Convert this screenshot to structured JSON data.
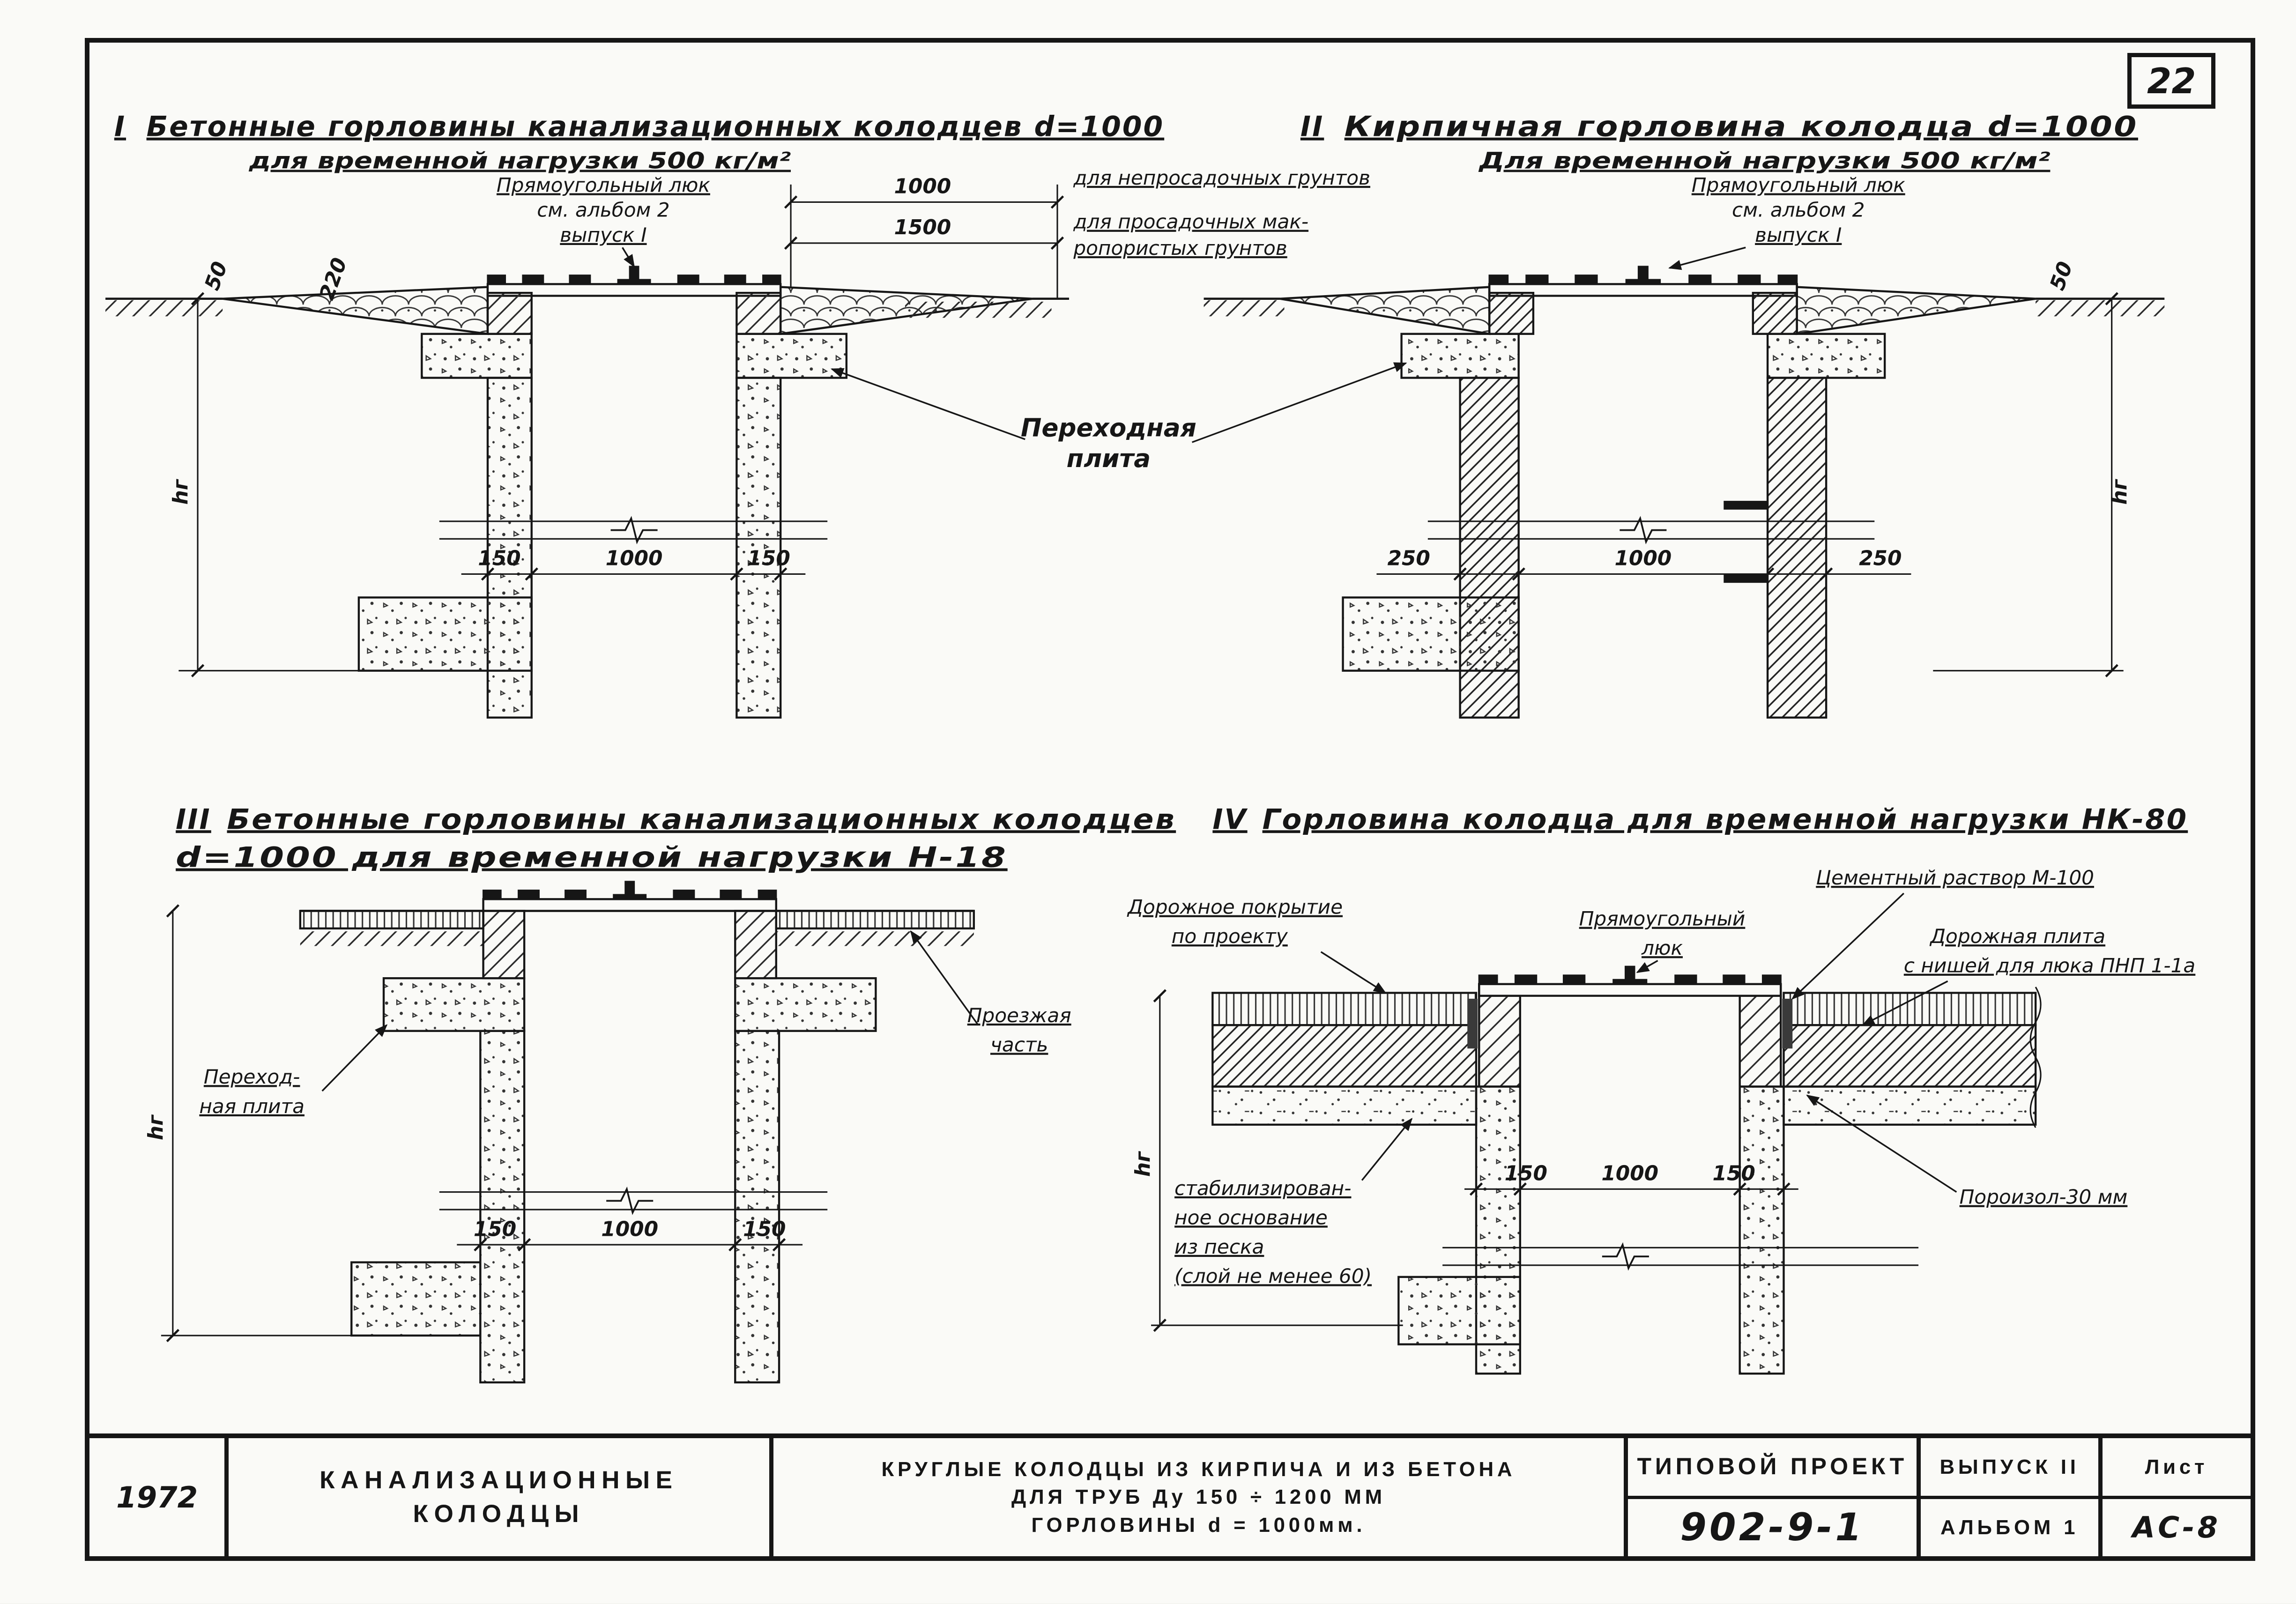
{
  "sheet": {
    "number": "22"
  },
  "s1": {
    "num": "I",
    "title": "Бетонные  горловины  канализационных  колодцев  d=1000",
    "subtitle": "для  временной  нагрузки  500 кг/м²",
    "luk1": "Прямоугольный люк",
    "luk2": "см. альбом 2",
    "luk3": "выпуск I",
    "dim_1000": "1000",
    "dim_1500": "1500",
    "soil1": "для непросадочных грунтов",
    "soil2a": "для просадочных мак-",
    "soil2b": "ропористых грунтов",
    "dim_50": "50",
    "dim_220": "220",
    "dim_hg": "hг",
    "dims": [
      "150",
      "1000",
      "150"
    ]
  },
  "plate_label": {
    "l1": "Переходная",
    "l2": "плита"
  },
  "s2": {
    "num": "II",
    "title": "Кирпичная  горловина  колодца  d=1000",
    "subtitle": "Для  временной  нагрузки  500 кг/м²",
    "luk1": "Прямоугольный люк",
    "luk2": "см. альбом 2",
    "luk3": "выпуск I",
    "dim_50": "50",
    "dim_hg": "hг",
    "dims": [
      "250",
      "1000",
      "250"
    ]
  },
  "s3": {
    "num": "III",
    "title": "Бетонные  горловины  канализационных  колодцев",
    "title2": "d=1000 для  временной  нагрузки  Н-18",
    "plate1": "Переход-",
    "plate2": "ная плита",
    "road1": "Проезжая",
    "road2": "часть",
    "dim_hg": "hг",
    "dims": [
      "150",
      "1000",
      "150"
    ]
  },
  "s4": {
    "num": "IV",
    "title": "Горловина  колодца  для  временной  нагрузки  НК-80",
    "cover1": "Дорожное покрытие",
    "cover2": "по проекту",
    "luk1": "Прямоугольный",
    "luk2": "люк",
    "cement": "Цементный раствор М-100",
    "plate1": "Дорожная плита",
    "plate2": "с нишей для люка ПНП 1-1а",
    "poroizol": "Пороизол-30 мм",
    "base1": "стабилизирован-",
    "base2": "ное основание",
    "base3": "из песка",
    "base4": "(слой не менее 60)",
    "dim_hg": "hг",
    "dims": [
      "150",
      "1000",
      "150"
    ]
  },
  "titleblock": {
    "year": "1972",
    "object_line1": "КАНАЛИЗАЦИОННЫЕ",
    "object_line2": "КОЛОДЦЫ",
    "content_line1": "КРУГЛЫЕ КОЛОДЦЫ ИЗ КИРПИЧА И ИЗ БЕТОНА",
    "content_line2": "ДЛЯ ТРУБ Ду 150 ÷ 1200 ММ",
    "content_line3": "ГОРЛОВИНЫ d = 1000мм.",
    "project_label": "ТИПОВОЙ ПРОЕКТ",
    "project_number": "902-9-1",
    "issue": "ВЫПУСК II",
    "album": "АЛЬБОМ 1",
    "sheet_label": "Лист",
    "sheet_code": "АС-8"
  }
}
